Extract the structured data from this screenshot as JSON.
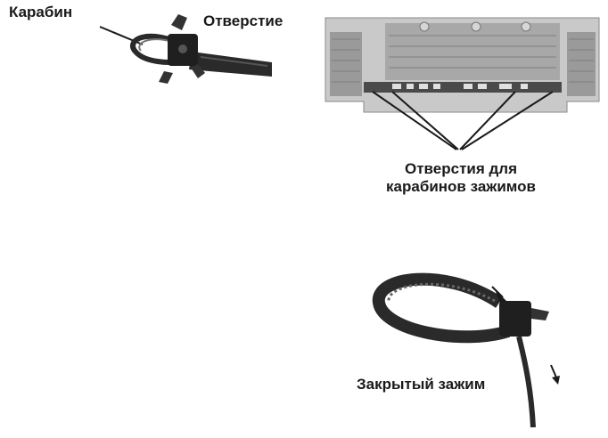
{
  "labels": {
    "clip": "Карабин",
    "hole": "Отверстие",
    "holes_for_clips_line1": "Отверстия для",
    "holes_for_clips_line2": "карабинов зажимов",
    "closed_clamp": "Закрытый зажим"
  },
  "colors": {
    "panel_fill": "#c9c9c9",
    "panel_dark": "#8a8a8a",
    "tie_dark": "#2a2a2a",
    "tie_mid": "#555555",
    "leader_line": "#1a1a1a",
    "arrow": "#1a1a1a"
  },
  "icons": [
    "cable-clip-open-icon",
    "tv-back-panel-icon",
    "cable-tie-closed-icon",
    "down-arrow-icon"
  ]
}
